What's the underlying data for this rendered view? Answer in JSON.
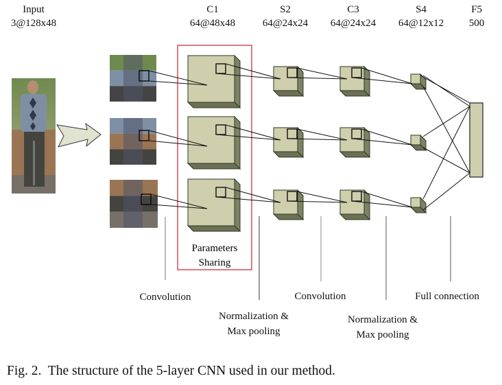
{
  "figure": {
    "layers": [
      {
        "name": "Input",
        "shape": "3@128x48"
      },
      {
        "name": "C1",
        "shape": "64@48x48"
      },
      {
        "name": "S2",
        "shape": "64@24x24"
      },
      {
        "name": "C3",
        "shape": "64@24x24"
      },
      {
        "name": "S4",
        "shape": "64@12x12"
      },
      {
        "name": "F5",
        "shape": "500"
      }
    ],
    "parameters_sharing": [
      "Parameters",
      "Sharing"
    ],
    "operations": [
      {
        "label": [
          "Convolution"
        ]
      },
      {
        "label": [
          "Normalization &",
          "Max pooling"
        ]
      },
      {
        "label": [
          "Convolution"
        ]
      },
      {
        "label": [
          "Normalization &",
          "Max pooling"
        ]
      },
      {
        "label": [
          "Full connection"
        ]
      }
    ],
    "input_parts": [
      "upper",
      "middle",
      "lower"
    ],
    "colors": {
      "cube_face": "#cfcfae",
      "cube_side": "#7e8265",
      "cube_bottom": "#6c7055",
      "cube_edge": "#2e3a22",
      "highlight_box": "#c4202a",
      "arrow_fill": "#dfe3cf"
    }
  },
  "caption": "Fig. 2.  The structure of the 5-layer CNN used in our method."
}
